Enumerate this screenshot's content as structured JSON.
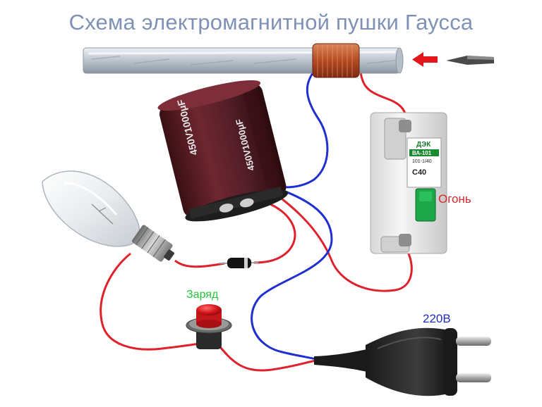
{
  "title": "Схема электромагнитной пушки Гаусса",
  "labels": {
    "fire": "Огонь",
    "charge": "Заряд",
    "voltage": "220В"
  },
  "capacitor": {
    "marking_top": "450V1000μF",
    "marking_side": "450V1000μF"
  },
  "breaker": {
    "brand": "ДЭК",
    "model": "ВА-101",
    "spec": "101-1/40",
    "rating": "C40"
  },
  "colors": {
    "title": "#7f92b6",
    "wire_red": "#e0202a",
    "wire_blue": "#1f2fd0",
    "fire_label": "#d8262b",
    "charge_label": "#25c43a",
    "voltage_label": "#1d2fb8",
    "arrow": "#e2161d"
  },
  "icons": [
    "light-bulb-icon",
    "diode-icon",
    "push-button-icon",
    "plug-icon",
    "capacitor-icon",
    "circuit-breaker-icon",
    "coil-icon",
    "projectile-icon",
    "arrow-left-icon"
  ]
}
